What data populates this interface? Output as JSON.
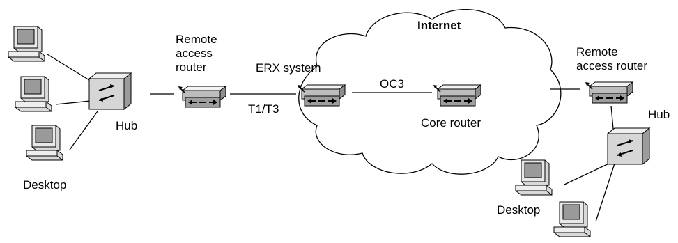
{
  "labels": {
    "internet": "Internet",
    "remote_router_left_1": "Remote",
    "remote_router_left_2": "access",
    "remote_router_left_3": "router",
    "erx_system": "ERX system",
    "oc3": "OC3",
    "t1t3": "T1/T3",
    "core_router": "Core router",
    "remote_router_right_1": "Remote",
    "remote_router_right_2": "access router",
    "hub_left": "Hub",
    "hub_right": "Hub",
    "desktop_left": "Desktop",
    "desktop_right": "Desktop"
  },
  "icons": {
    "desktop": "desktop-computer-icon",
    "hub": "hub-icon",
    "router": "router-icon",
    "cloud": "internet-cloud-icon"
  },
  "colors": {
    "cloud_fill": "#ffffff",
    "device_light": "#e6e6e6",
    "device_mid": "#bdbdbd",
    "device_dark": "#8a8a8a",
    "screen": "#9a9a9a"
  }
}
